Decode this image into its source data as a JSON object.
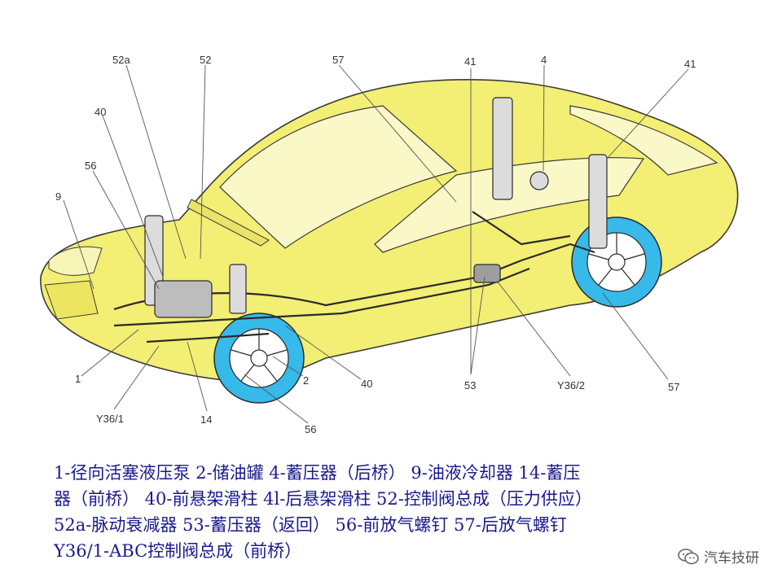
{
  "callouts": {
    "c52a": "52a",
    "c52": "52",
    "c57_top": "57",
    "c41_mid": "41",
    "c4": "4",
    "c41_right": "41",
    "c40_top": "40",
    "c56_left": "56",
    "c9": "9",
    "c1": "1",
    "cY36_1": "Y36/1",
    "c14": "14",
    "c56_bottom": "56",
    "c2": "2",
    "c40_bottom": "40",
    "c53": "53",
    "cY36_2": "Y36/2",
    "c57_bottom": "57"
  },
  "legend": {
    "line1": "1-径向活塞液压泵 2-储油罐 4-蓄压器（后桥） 9-油液冷却器 14-蓄压",
    "line2": "器（前桥） 40-前悬架滑柱 4l-后悬架滑柱 52-控制阀总成（压力供应）",
    "line3": "52a-脉动衰减器 53-蓄压器（返回） 56-前放气螺钉 57-后放气螺钉",
    "line4": "Y36/1-ABC控制阀总成（前桥）"
  },
  "watermark": {
    "text": "汽车技研",
    "icon": "wechat-icon"
  },
  "colors": {
    "car_body": "#f3ee74",
    "wheel": "#37b9ea",
    "legend_text": "#1a1a8c"
  }
}
